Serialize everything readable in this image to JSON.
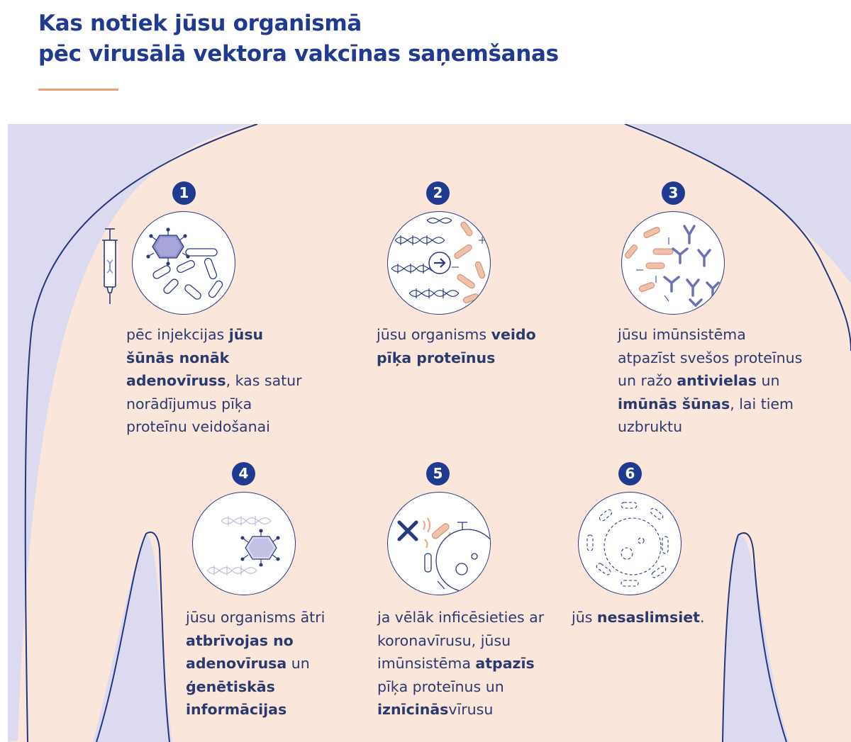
{
  "title": {
    "line1": "Kas notiek jūsu organismā",
    "line2": "pēc virusālā vektora vakcīnas saņemšanas"
  },
  "colors": {
    "title_blue": "#1f3a8f",
    "accent_orange": "#e8a07a",
    "body_peach": "#fbe6db",
    "background_lavender": "#dcdaf0",
    "protein_pink": "#f0c1a8",
    "antibody_blue": "#8d8fcf"
  },
  "steps": [
    {
      "number": "1",
      "icon": "adenovirus-in-cell-icon",
      "text": {
        "a": "pēc injekcijas ",
        "b": "jūsu šūnās nonāk adenovīruss",
        "c": ", kas satur norādījumus pīķa proteīnu veidošanai"
      }
    },
    {
      "number": "2",
      "icon": "dna-to-protein-icon",
      "text": {
        "a": "jūsu organisms ",
        "b": "veido pīķa proteīnus"
      }
    },
    {
      "number": "3",
      "icon": "antibodies-icon",
      "text": {
        "a": "jūsu imūnsistēma atpazīst svešos proteīnus un ražo ",
        "b": "antivielas",
        "c": " un ",
        "d": "imūnās šūnas",
        "e": ", lai tiem uzbruktu"
      }
    },
    {
      "number": "4",
      "icon": "fading-adenovirus-icon",
      "text": {
        "a": "jūsu organisms ātri ",
        "b": "atbrīvojas no adenovīrusa",
        "c": " un ",
        "d": "ģenētiskās informācijas"
      }
    },
    {
      "number": "5",
      "icon": "coronavirus-destroyed-icon",
      "text": {
        "a": "ja vēlāk inficēsieties ar koronavīrusu, jūsu imūnsistēma ",
        "b": "atpazīs",
        "c": " pīķa proteīnus un ",
        "d": "iznīcinās",
        "e": "vīrusu"
      }
    },
    {
      "number": "6",
      "icon": "empty-cell-icon",
      "text": {
        "a": "jūs ",
        "b": "nesaslimsiet",
        "c": "."
      }
    }
  ]
}
